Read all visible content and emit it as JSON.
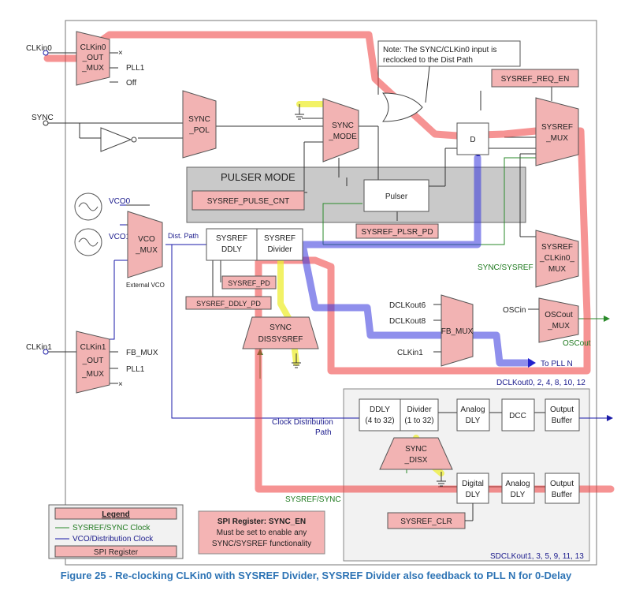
{
  "caption": "Figure 25 - Re-clocking CLKin0 with SYSREF Divider, SYSREF Divider also feedback to PLL N for 0-Delay",
  "inputs": {
    "clkin0": "CLKin0",
    "sync": "SYNC",
    "clkin1": "CLKin1",
    "vco0": "VCO0",
    "vco1": "VCO1"
  },
  "clkin0_mux": {
    "l1": "CLKin0",
    "l2": "_OUT",
    "l3": "_MUX",
    "out_pll1": "PLL1",
    "out_off": "Off"
  },
  "clkin1_mux": {
    "l1": "CLKin1",
    "l2": "_OUT",
    "l3": "_MUX",
    "out_fb": "FB_MUX",
    "out_pll1": "PLL1"
  },
  "vco_mux": {
    "l1": "VCO",
    "l2": "_MUX",
    "note": "External VCO",
    "dist_path": "Dist. Path"
  },
  "sync_pol": {
    "l1": "SYNC",
    "l2": "_POL"
  },
  "sync_mode": {
    "l1": "SYNC",
    "l2": "_MODE"
  },
  "note": {
    "l1": "Note: The SYNC/CLKin0 input is",
    "l2": "reclocked to the Dist Path"
  },
  "sysref_req_en": "SYSREF_REQ_EN",
  "flipflop": "D",
  "sysref_mux": {
    "l1": "SYSREF",
    "l2": "_MUX"
  },
  "pulser_mode": {
    "title": "PULSER MODE",
    "cnt": "SYSREF_PULSE_CNT",
    "pulser": "Pulser",
    "plsr_pd": "SYSREF_PLSR_PD"
  },
  "sysref_ddly": {
    "l1": "SYSREF",
    "l2": "DDLY"
  },
  "sysref_divider": {
    "l1": "SYSREF",
    "l2": "Divider"
  },
  "sysref_pd": "SYSREF_PD",
  "sysref_ddly_pd": "SYSREF_DDLY_PD",
  "sync_dissysref": {
    "l1": "SYNC",
    "l2": "DISSYSREF"
  },
  "clkin0_mux2": {
    "l1": "SYSREF",
    "l2": "_CLKin0_",
    "l3": "MUX"
  },
  "sync_sysref_label": "SYNC/SYSREF",
  "fb_mux": {
    "label": "FB_MUX",
    "in1": "DCLKout6",
    "in2": "DCLKout8",
    "in3": "CLKin1",
    "out": "To PLL N"
  },
  "oscout": {
    "l1": "OSCout",
    "l2": "_MUX",
    "in": "OSCin",
    "out": "OSCout"
  },
  "dclkout_label": "DCLKout0, 2, 4, 8, 10, 12",
  "sdclkout_label": "SDCLKout1, 3, 5, 9, 11, 13",
  "clock_dist": {
    "l1": "Clock Distribution",
    "l2": "Path"
  },
  "sysref_sync_label": "SYSREF/SYNC",
  "dclk_chain": {
    "ddly1": "DDLY",
    "ddly2": "(4 to 32)",
    "div1": "Divider",
    "div2": "(1 to 32)",
    "adly1": "Analog",
    "adly2": "DLY",
    "dcc": "DCC",
    "obuf1": "Output",
    "obuf2": "Buffer"
  },
  "sync_disx": {
    "l1": "SYNC",
    "l2": "_DISX"
  },
  "sdclk_chain": {
    "ddly1": "Digital",
    "ddly2": "DLY",
    "adly1": "Analog",
    "adly2": "DLY",
    "obuf1": "Output",
    "obuf2": "Buffer"
  },
  "sysref_clr": "SYSREF_CLR",
  "legend": {
    "title": "Legend",
    "green": "SYSREF/SYNC Clock",
    "blue": "VCO/Distribution Clock",
    "reg": "SPI Register"
  },
  "spi_note": {
    "l1": "SPI Register: SYNC_EN",
    "l2": "Must be set to enable any",
    "l3": "SYNC/SYSREF functionality"
  }
}
